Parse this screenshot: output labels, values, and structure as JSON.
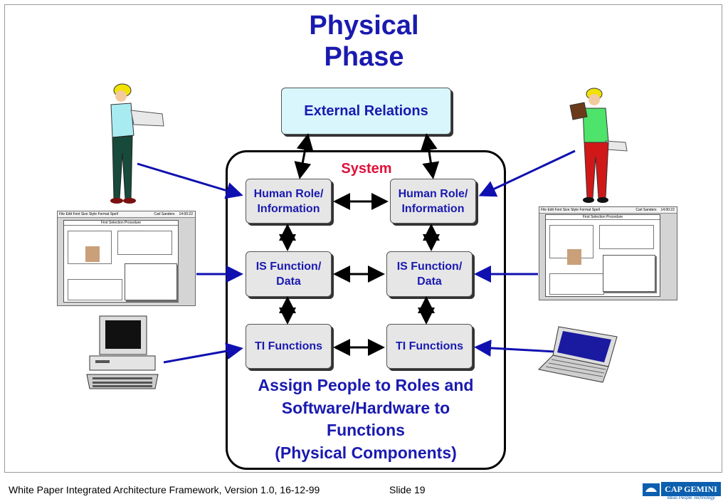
{
  "title_line1": "Physical",
  "title_line2": "Phase",
  "external": "External Relations",
  "system": "System",
  "left_col": {
    "human_line1": "Human Role/",
    "human_line2": "Information",
    "is_line1": "IS Function/",
    "is_line2": "Data",
    "ti": "TI Functions"
  },
  "right_col": {
    "human_line1": "Human Role/",
    "human_line2": "Information",
    "is_line1": "IS Function/",
    "is_line2": "Data",
    "ti": "TI Functions"
  },
  "assign": [
    "Assign People to Roles and",
    "Software/Hardware to",
    "Functions",
    "(Physical Components)"
  ],
  "footer_left": "White Paper Integrated Architecture Framework, Version 1.0, 16-12-99",
  "footer_slide": "Slide 19",
  "logo_name": "CAP GEMINI",
  "logo_tagline": "Ideas People Technology",
  "screen_menu": "File  Edit  Font  Size  Style  Format  Spell",
  "screen_user": "Carl Sanders",
  "screen_time": "14:00:22",
  "screen_window_title": "First Selection Procedure",
  "colors": {
    "blue_text": "#1a1ab0",
    "system_red": "#e0103a",
    "arrow_blue": "#1010b0",
    "ext_fill": "#d8f6fb"
  }
}
